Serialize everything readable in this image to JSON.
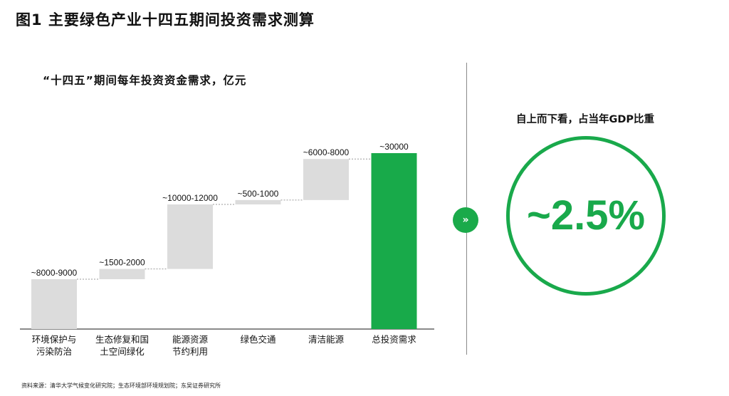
{
  "figure_title": "图1  主要绿色产业十四五期间投资需求测算",
  "chart_data": {
    "type": "waterfall",
    "title": "“十四五”期间每年投资资金需求，亿元",
    "categories": [
      [
        "环境保护与",
        "污染防治"
      ],
      [
        "生态修复和国",
        "土空间绿化"
      ],
      [
        "能源资源",
        "节约利用"
      ],
      [
        "绿色交通"
      ],
      [
        "清洁能源"
      ],
      [
        "总投资需求"
      ]
    ],
    "data_labels": [
      "~8000-9000",
      "~1500-2000",
      "~10000-12000",
      "~500-1000",
      "~6000-8000",
      "~30000"
    ],
    "steps": [
      {
        "start": 0,
        "end": 8500
      },
      {
        "start": 8500,
        "end": 10250
      },
      {
        "start": 10250,
        "end": 21250
      },
      {
        "start": 21250,
        "end": 22000
      },
      {
        "start": 22000,
        "end": 29000
      },
      {
        "start": 0,
        "end": 30000,
        "total": true
      }
    ],
    "ylim": [
      0,
      30000
    ],
    "grid": false,
    "colors": {
      "step": "#dcdcdc",
      "total": "#18aa4a",
      "connector": "#9a9a9a",
      "axis": "#444444"
    }
  },
  "side_panel": {
    "title": "自上而下看，占当年GDP比重",
    "value": "~2.5%",
    "arrow_icon": "»",
    "accent": "#19a94b"
  },
  "source": "资料来源：清华大学气候变化研究院；生态环境部环境规划院；东吴证券研究所"
}
